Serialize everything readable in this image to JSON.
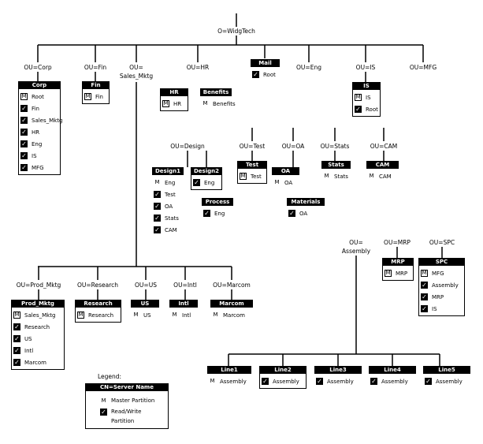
{
  "labels": {
    "root": "O=WidgTech",
    "ou_corp": "OU=Corp",
    "ou_fin": "OU=Fin",
    "ou_sales_1": "OU=",
    "ou_sales_2": "Sales_Mktg",
    "ou_hr": "OU=HR",
    "ou_eng": "OU=Eng",
    "ou_is": "OU=IS",
    "ou_mfg": "OU=MFG",
    "ou_design": "OU=Design",
    "ou_test": "OU=Test",
    "ou_oa": "OU=OA",
    "ou_stats": "OU=Stats",
    "ou_cam": "OU=CAM",
    "ou_assembly_1": "OU=",
    "ou_assembly_2": "Assembly",
    "ou_mrp": "OU=MRP",
    "ou_spc": "OU=SPC",
    "ou_prod": "OU=Prod_Mktg",
    "ou_research": "OU=Research",
    "ou_us": "OU=US",
    "ou_intl": "OU=Intl",
    "ou_marcom": "OU=Marcom"
  },
  "icons": {
    "master": "M",
    "read_write": "read-write-icon"
  },
  "servers": {
    "corp": {
      "name": "Corp",
      "items": [
        {
          "i": "m",
          "t": "Root"
        },
        {
          "i": "rw",
          "t": "Fin"
        },
        {
          "i": "rw",
          "t": "Sales_Mktg"
        },
        {
          "i": "rw",
          "t": "HR"
        },
        {
          "i": "rw",
          "t": "Eng"
        },
        {
          "i": "rw",
          "t": "IS"
        },
        {
          "i": "rw",
          "t": "MFG"
        }
      ]
    },
    "fin": {
      "name": "Fin",
      "items": [
        {
          "i": "m",
          "t": "Fin"
        }
      ]
    },
    "mail": {
      "name": "Mail",
      "items": [
        {
          "i": "rw",
          "t": "Root"
        }
      ]
    },
    "hr": {
      "name": "HR",
      "items": [
        {
          "i": "m",
          "t": "HR"
        }
      ]
    },
    "benefits": {
      "name": "Benefits",
      "items": [
        {
          "i": "mb",
          "t": "Benefits"
        }
      ]
    },
    "is": {
      "name": "IS",
      "items": [
        {
          "i": "m",
          "t": "IS"
        },
        {
          "i": "rw",
          "t": "Root"
        }
      ]
    },
    "design1": {
      "name": "Design1",
      "items": [
        {
          "i": "mb",
          "t": "Eng"
        },
        {
          "i": "rw",
          "t": "Test"
        },
        {
          "i": "rw",
          "t": "OA"
        },
        {
          "i": "rw",
          "t": "Stats"
        },
        {
          "i": "rw",
          "t": "CAM"
        }
      ]
    },
    "design2": {
      "name": "Design2",
      "items": [
        {
          "i": "rw",
          "t": "Eng"
        }
      ]
    },
    "process": {
      "name": "Process",
      "items": [
        {
          "i": "rw",
          "t": "Eng"
        }
      ]
    },
    "test": {
      "name": "Test",
      "items": [
        {
          "i": "m",
          "t": "Test"
        }
      ]
    },
    "oa": {
      "name": "OA",
      "items": [
        {
          "i": "mb",
          "t": "OA"
        }
      ]
    },
    "materials": {
      "name": "Materials",
      "items": [
        {
          "i": "rw",
          "t": "OA"
        }
      ]
    },
    "stats": {
      "name": "Stats",
      "items": [
        {
          "i": "mb",
          "t": "Stats"
        }
      ]
    },
    "cam": {
      "name": "CAM",
      "items": [
        {
          "i": "mb",
          "t": "CAM"
        }
      ]
    },
    "mrp": {
      "name": "MRP",
      "items": [
        {
          "i": "m",
          "t": "MRP"
        }
      ]
    },
    "spc": {
      "name": "SPC",
      "items": [
        {
          "i": "m",
          "t": "MFG"
        },
        {
          "i": "rw",
          "t": "Assembly"
        },
        {
          "i": "rw",
          "t": "MRP"
        },
        {
          "i": "rw",
          "t": "IS"
        }
      ]
    },
    "prod": {
      "name": "Prod_Mktg",
      "items": [
        {
          "i": "m",
          "t": "Sales_Mktg"
        },
        {
          "i": "rw",
          "t": "Research"
        },
        {
          "i": "rw",
          "t": "US"
        },
        {
          "i": "rw",
          "t": "Intl"
        },
        {
          "i": "rw",
          "t": "Marcom"
        }
      ]
    },
    "research": {
      "name": "Research",
      "items": [
        {
          "i": "m",
          "t": "Research"
        }
      ]
    },
    "us": {
      "name": "US",
      "items": [
        {
          "i": "mb",
          "t": "US"
        }
      ]
    },
    "intl": {
      "name": "Intl",
      "items": [
        {
          "i": "mb",
          "t": "Intl"
        }
      ]
    },
    "marcom": {
      "name": "Marcom",
      "items": [
        {
          "i": "mb",
          "t": "Marcom"
        }
      ]
    },
    "line1": {
      "name": "Line1",
      "items": [
        {
          "i": "mb",
          "t": "Assembly"
        }
      ]
    },
    "line2": {
      "name": "Line2",
      "items": [
        {
          "i": "rw",
          "t": "Assembly"
        }
      ]
    },
    "line3": {
      "name": "Line3",
      "items": [
        {
          "i": "rw",
          "t": "Assembly"
        }
      ]
    },
    "line4": {
      "name": "Line4",
      "items": [
        {
          "i": "rw",
          "t": "Assembly"
        }
      ]
    },
    "line5": {
      "name": "Line5",
      "items": [
        {
          "i": "rw",
          "t": "Assembly"
        }
      ]
    }
  },
  "legend": {
    "title": "Legend:",
    "header": "CN=Server Name",
    "master": "Master Partition",
    "rw_1": "Read/Write",
    "rw_2": "Partition"
  }
}
